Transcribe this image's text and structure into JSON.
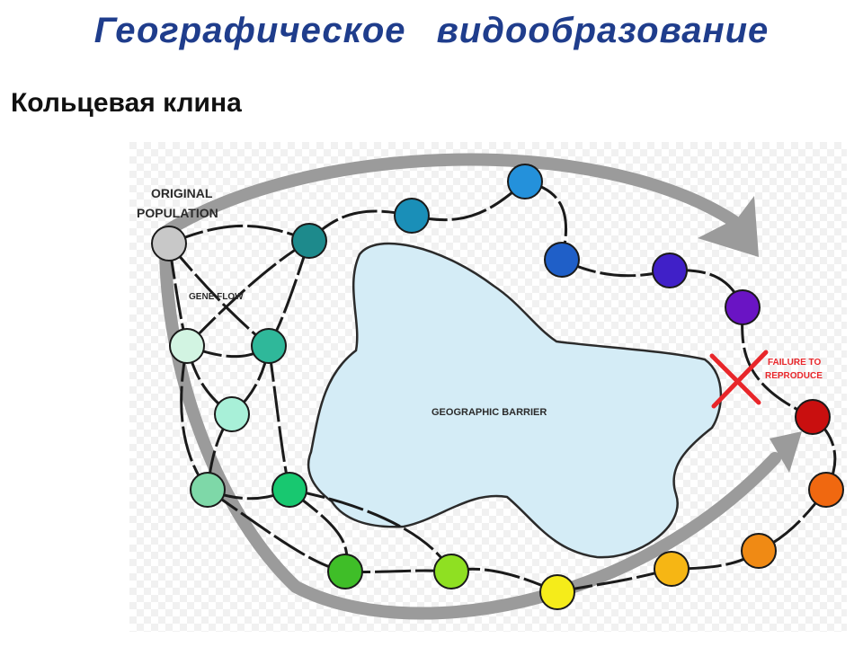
{
  "slide": {
    "title": "Географическое  видообразование",
    "subtitle": "Кольцевая клина"
  },
  "diagram": {
    "labels": {
      "original_population_line1": "ORIGINAL",
      "original_population_line2": "POPULATION",
      "gene_flow": "GENE FLOW",
      "geographic_barrier": "GEOGRAPHIC BARRIER",
      "failure_line1": "FAILURE TO",
      "failure_line2": "REPRODUCE"
    },
    "colors": {
      "arrow": "#9b9b9b",
      "barrier_fill": "#d4ecf6",
      "link": "#1a1a1a",
      "failure_x": "#e8262a",
      "population_original": "#c8c8c8",
      "population_end_red": "#c90f0f"
    },
    "icons": [
      "failure-x-icon",
      "arrowhead-icon"
    ]
  }
}
